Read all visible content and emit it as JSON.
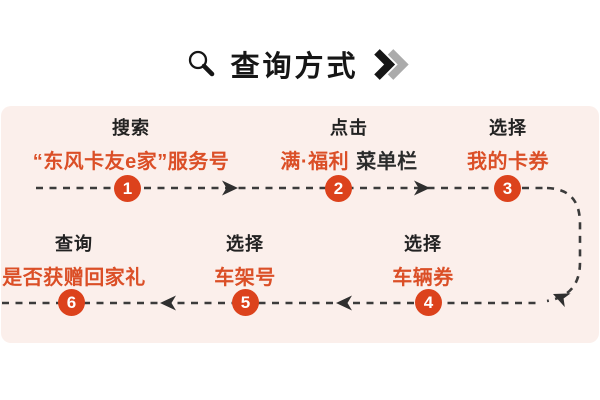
{
  "header": {
    "title": "查询方式"
  },
  "flow": {
    "steps": [
      {
        "num": "1",
        "label": "搜索",
        "accent": "“东风卡友e家”服务号",
        "plain": ""
      },
      {
        "num": "2",
        "label": "点击",
        "accent": "满·福利",
        "plain": "菜单栏"
      },
      {
        "num": "3",
        "label": "选择",
        "accent": "我的卡券",
        "plain": ""
      },
      {
        "num": "4",
        "label": "选择",
        "accent": "车辆券",
        "plain": ""
      },
      {
        "num": "5",
        "label": "选择",
        "accent": "车架号",
        "plain": ""
      },
      {
        "num": "6",
        "label": "查询",
        "accent": "是否获赠回家礼",
        "plain": ""
      }
    ]
  },
  "colors": {
    "accent_text": "#db4f27",
    "circle_fill": "#dc421c",
    "panel_bg": "#fbefeb",
    "line": "#3b3b3b",
    "chevron_gray": "#ababab"
  }
}
